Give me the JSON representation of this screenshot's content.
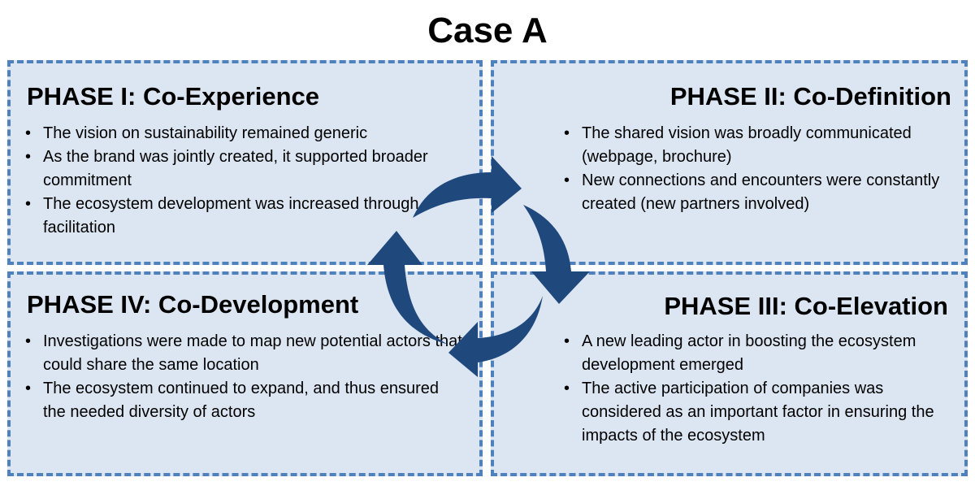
{
  "title": "Case A",
  "phases": [
    {
      "heading": "PHASE I: Co-Experience",
      "bullets": [
        "The vision on sustainability remained generic",
        "As the brand was jointly created, it supported broader commitment",
        "The ecosystem development was increased through facilitation"
      ]
    },
    {
      "heading": "PHASE II: Co-Definition",
      "bullets": [
        "The shared vision was broadly communicated (webpage, brochure)",
        "New connections and encounters were constantly created (new partners involved)"
      ]
    },
    {
      "heading": "PHASE III: Co-Elevation",
      "bullets": [
        "A new leading actor in boosting the ecosystem development emerged",
        "The active participation of companies was considered as an important factor in ensuring the impacts of the ecosystem"
      ]
    },
    {
      "heading": "PHASE IV: Co-Development",
      "bullets": [
        "Investigations were made to map new potential actors that could share the same location",
        "The ecosystem continued to expand, and thus ensured the needed diversity of actors"
      ]
    }
  ],
  "colors": {
    "panel_fill": "#dce6f2",
    "panel_border": "#4f81bd",
    "arrow": "#1f497d"
  }
}
